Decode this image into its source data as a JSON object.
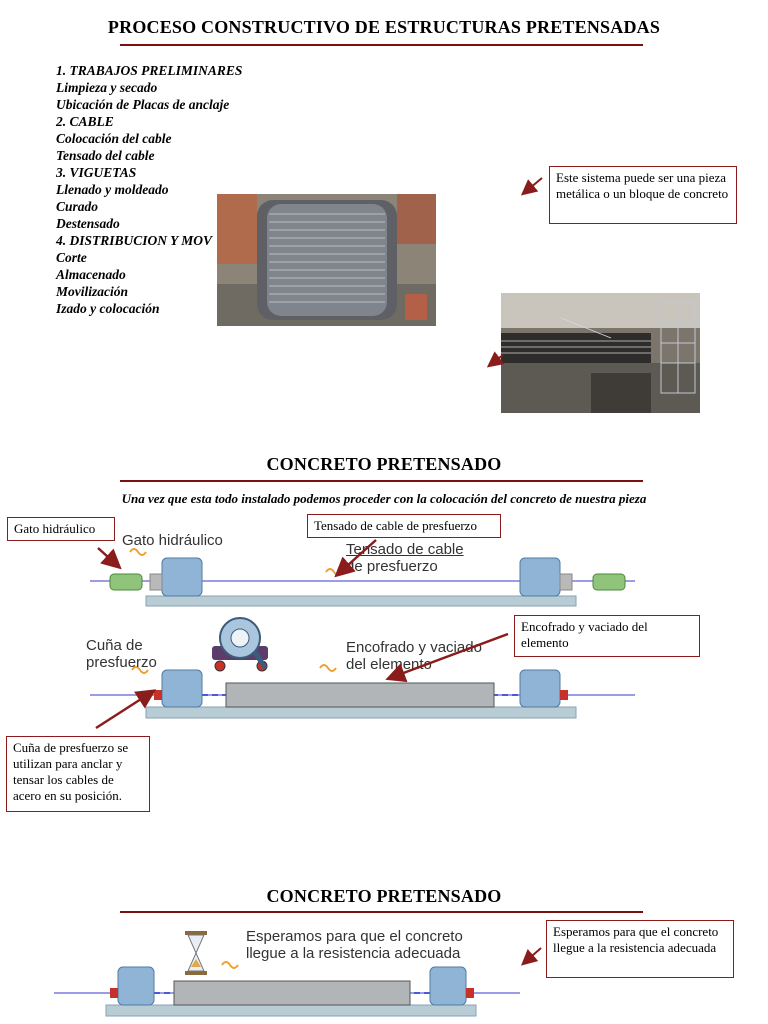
{
  "section1": {
    "title": "PROCESO CONSTRUCTIVO DE ESTRUCTURAS PRETENSADAS",
    "outline": [
      "1. TRABAJOS PRELIMINARES",
      "Limpieza y secado",
      "Ubicación de Placas de anclaje",
      "2. CABLE",
      "Colocación del cable",
      "Tensado del cable",
      "3. VIGUETAS",
      "Llenado y moldeado",
      "Curado",
      "Destensado",
      "4. DISTRIBUCION Y MOV",
      "Corte",
      "Almacenado",
      "Movilización",
      "Izado y colocación"
    ],
    "callout": "Este sistema puede ser una pieza metálica o un bloque de concreto"
  },
  "section2": {
    "title": "CONCRETO PRETENSADO",
    "intro": "Una vez que esta todo instalado podemos proceder con la colocación del concreto de nuestra pieza",
    "callout_gato": "Gato hidráulico",
    "callout_tensado": "Tensado de cable de presfuerzo",
    "callout_encofrado": "Encofrado y vaciado del elemento",
    "callout_cuna": "Cuña de presfuerzo se utilizan para anclar y tensar los cables de acero en su posición.",
    "diagram": {
      "label_gato": "Gato hidráulico",
      "label_tensado_1": "Tensado de cable",
      "label_tensado_2": "de presfuerzo",
      "label_cuna_1": "Cuña de",
      "label_cuna_2": "presfuerzo",
      "label_encofrado_1": "Encofrado y vaciado",
      "label_encofrado_2": "del elemento"
    }
  },
  "section3": {
    "title": "CONCRETO PRETENSADO",
    "callout": "Esperamos para que el concreto llegue a la resistencia adecuada",
    "diagram": {
      "label_1": "Esperamos para que el concreto",
      "label_2": "llegue a la resistencia adecuada"
    }
  },
  "colors": {
    "accent": "#7b1010",
    "block": "#8fb4d6",
    "base": "#b8ccd6",
    "cable": "#7a7ae0"
  }
}
